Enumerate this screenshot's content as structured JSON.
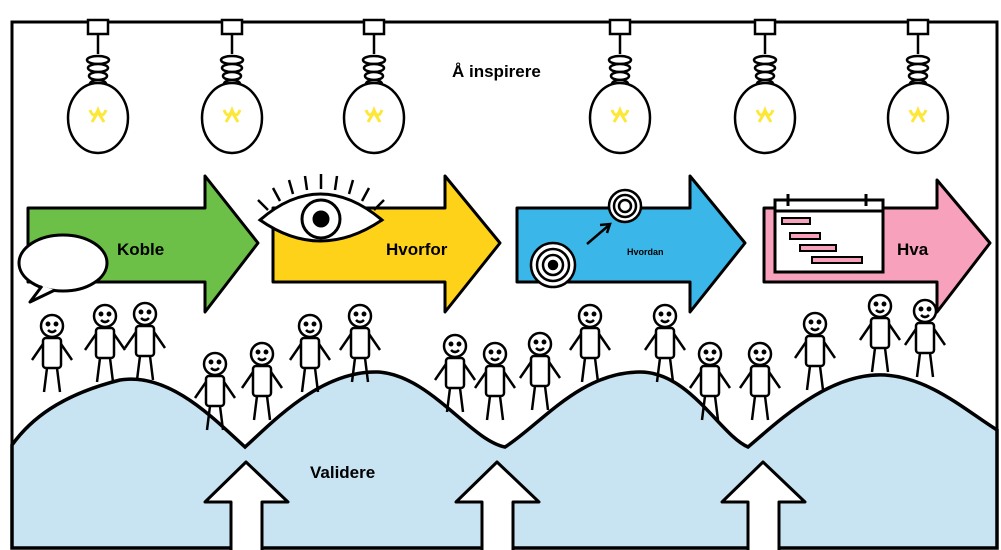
{
  "title": "Å inspirere",
  "stages": [
    {
      "label": "Koble",
      "color": "#6cbf47"
    },
    {
      "label": "Hvorfor",
      "color": "#ffd21a"
    },
    {
      "label": "Hvordan",
      "color": "#3ab7e8"
    },
    {
      "label": "Hva",
      "color": "#f7a1bd"
    }
  ],
  "foundation": {
    "label": "Validere",
    "color": "#c8e4f3"
  },
  "bulb_color": "#fde83a",
  "icons": [
    "light-bulb-icon",
    "speech-bubble-icon",
    "eye-icon",
    "target-icon",
    "gantt-calendar-icon",
    "up-arrow-icon",
    "stick-figure-icon"
  ]
}
